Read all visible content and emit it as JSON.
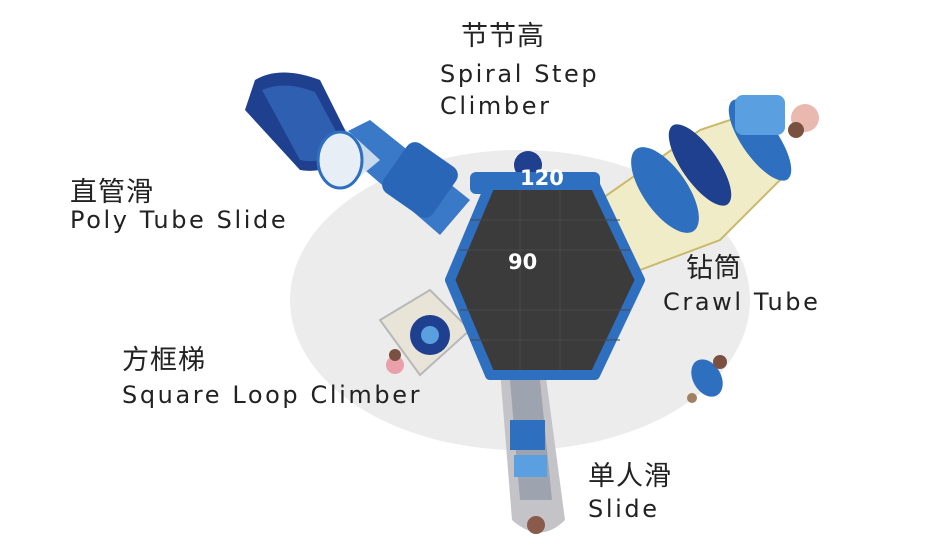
{
  "labels": {
    "spiral_cn": "节节高",
    "spiral_en_1": "Spiral Step",
    "spiral_en_2": "Climber",
    "poly_cn": "直管滑",
    "poly_en": "Poly Tube Slide",
    "crawl_cn": "钻筒",
    "crawl_en": "Crawl Tube",
    "square_cn": "方框梯",
    "square_en": "Square Loop Climber",
    "slide_cn": "单人滑",
    "slide_en": "Slide"
  },
  "dimensions": {
    "platform_90": "90",
    "platform_120": "120"
  },
  "colors": {
    "blue_dark": "#1f3f8f",
    "blue_mid": "#2f6fc0",
    "blue_light": "#5aa0e0",
    "deck": "#3a3a3a",
    "cream": "#f0ecc8",
    "grey": "#b8b8b8"
  }
}
